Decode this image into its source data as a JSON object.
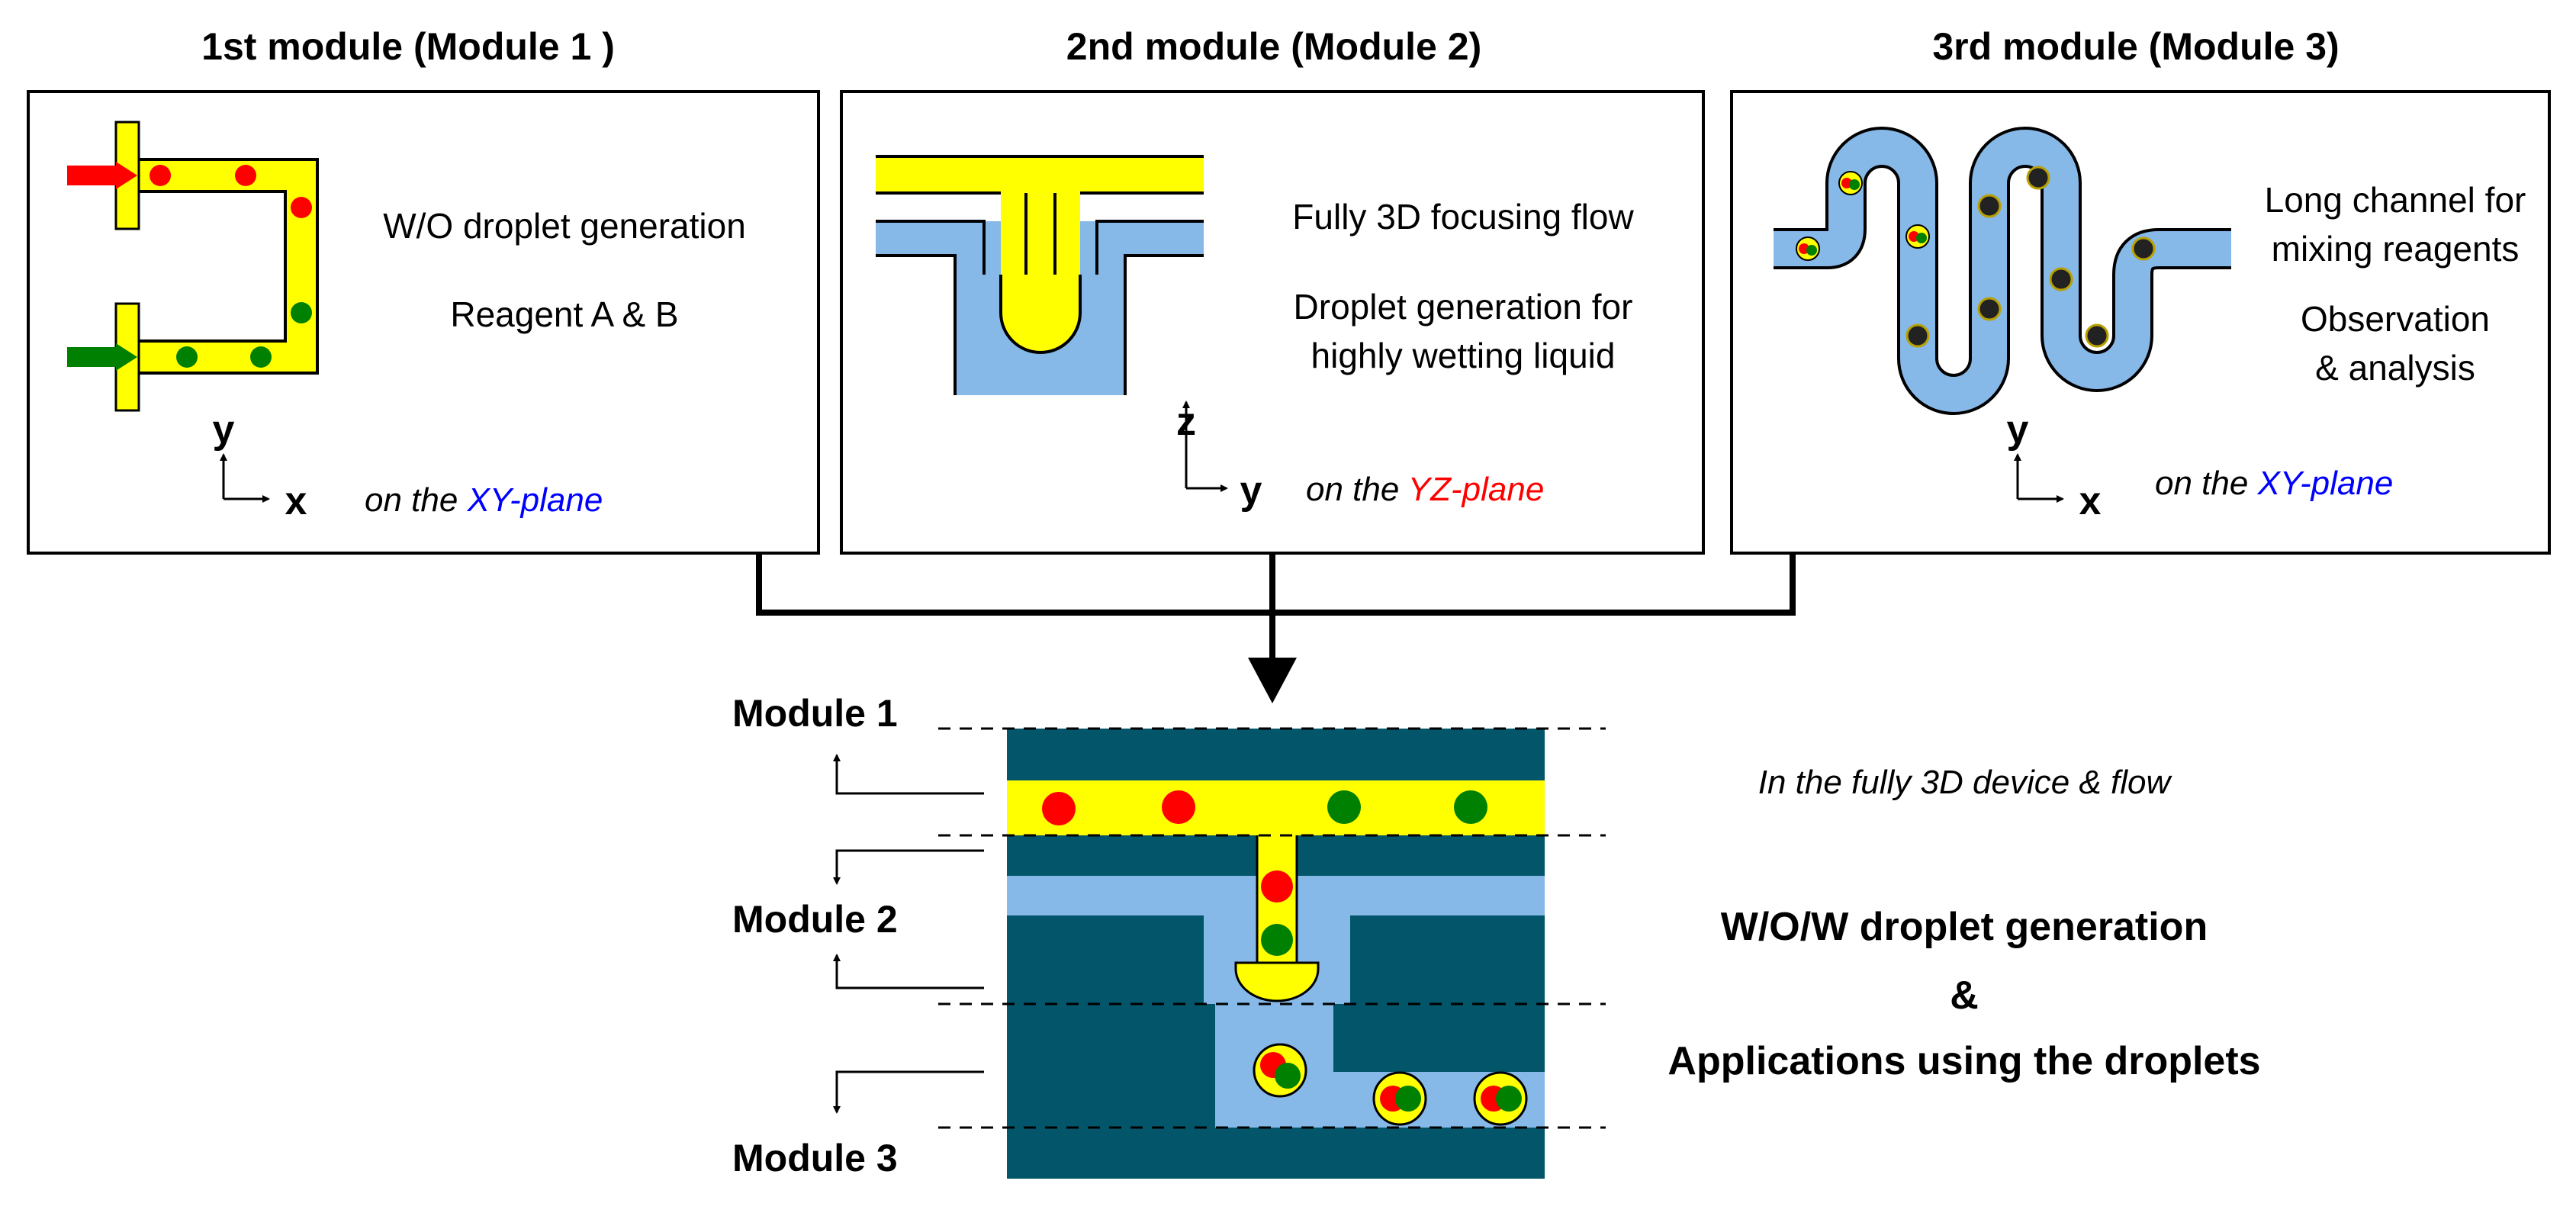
{
  "colors": {
    "yellow": "#ffff00",
    "light_blue": "#86b8e8",
    "dark_teal": "#03556a",
    "red": "#ff0000",
    "green": "#008000",
    "blue_text": "#0000ff",
    "red_text": "#ff0000"
  },
  "module1": {
    "title": "1st module (Module 1 )",
    "line1": "W/O droplet generation",
    "line2": "Reagent A & B",
    "axis_v": "y",
    "axis_h": "x",
    "plane_prefix": "on the ",
    "plane_name": "XY-plane"
  },
  "module2": {
    "title": "2nd module (Module 2)",
    "line1": "Fully 3D focusing flow",
    "line2": "Droplet generation for",
    "line3": "highly wetting liquid",
    "axis_v": "z",
    "axis_h": "y",
    "plane_prefix": "on the ",
    "plane_name": "YZ-plane"
  },
  "module3": {
    "title": "3rd module (Module 3)",
    "line1": "Long channel for",
    "line2": "mixing reagents",
    "line3": "Observation",
    "line4": "& analysis",
    "axis_v": "y",
    "axis_h": "x",
    "plane_prefix": "on the ",
    "plane_name": "XY-plane"
  },
  "bottom": {
    "label_m1": "Module 1",
    "label_m2": "Module 2",
    "label_m3": "Module 3",
    "caption": "In the fully 3D device & flow",
    "line1": "W/O/W droplet generation",
    "line2": "&",
    "line3": "Applications using the droplets"
  }
}
